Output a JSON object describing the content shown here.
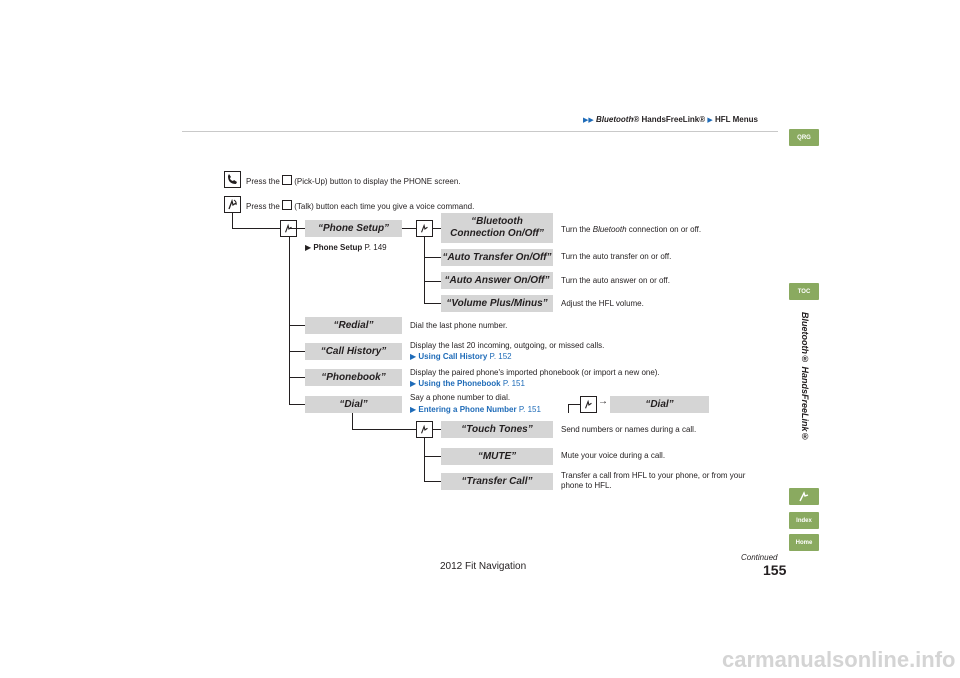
{
  "breadcrumb": {
    "part1": "Bluetooth",
    "part1_suffix": "® HandsFreeLink®",
    "part2": "HFL Menus"
  },
  "sidebar": {
    "qrg": "QRG",
    "toc": "TOC",
    "title": "Bluetooth® HandsFreeLink®",
    "index": "Index",
    "home": "Home"
  },
  "instructions": {
    "pickup_prefix": "Press the",
    "pickup_suffix": "(Pick-Up) button to display the PHONE screen.",
    "talk_prefix": "Press the",
    "talk_suffix": "(Talk) button each time you give a voice command."
  },
  "menu": {
    "phone_setup": {
      "label": "“Phone Setup”",
      "ref_text": "Phone Setup",
      "ref_page": "P. 149"
    },
    "bt_on_off": {
      "label_line1": "“Bluetooth",
      "label_line2": "Connection On/Off”",
      "desc_pre": "Turn the",
      "desc_em": "Bluetooth",
      "desc_post": "connection on or off."
    },
    "auto_transfer": {
      "label": "“Auto Transfer On/Off”",
      "desc": "Turn the auto transfer on or off."
    },
    "auto_answer": {
      "label": "“Auto Answer On/Off”",
      "desc": "Turn the auto answer on or off."
    },
    "volume": {
      "label": "“Volume Plus/Minus”",
      "desc": "Adjust the HFL volume."
    },
    "redial": {
      "label": "“Redial”",
      "desc": "Dial the last phone number."
    },
    "call_history": {
      "label": "“Call History”",
      "desc": "Display the last 20 incoming, outgoing, or missed calls.",
      "ref_text": "Using Call History",
      "ref_page": "P. 152"
    },
    "phonebook": {
      "label": "“Phonebook”",
      "desc": "Display the paired phone's imported phonebook (or import a new one).",
      "ref_text": "Using the Phonebook",
      "ref_page": "P. 151"
    },
    "dial": {
      "label": "“Dial”",
      "desc": "Say a phone number to dial.",
      "ref_text": "Entering a Phone Number",
      "ref_page": "P. 151",
      "right_label": "“Dial”"
    },
    "touch_tones": {
      "label": "“Touch Tones”",
      "desc": "Send numbers or names during a call."
    },
    "mute": {
      "label": "“MUTE”",
      "desc": "Mute your voice during a call."
    },
    "transfer_call": {
      "label": "“Transfer Call”",
      "desc_line1": "Transfer a call from HFL to your phone, or from your",
      "desc_line2": "phone to HFL."
    }
  },
  "footer": {
    "continued": "Continued",
    "page_number": "155",
    "doc_title": "2012 Fit Navigation",
    "watermark": "carmanualsonline.info"
  }
}
